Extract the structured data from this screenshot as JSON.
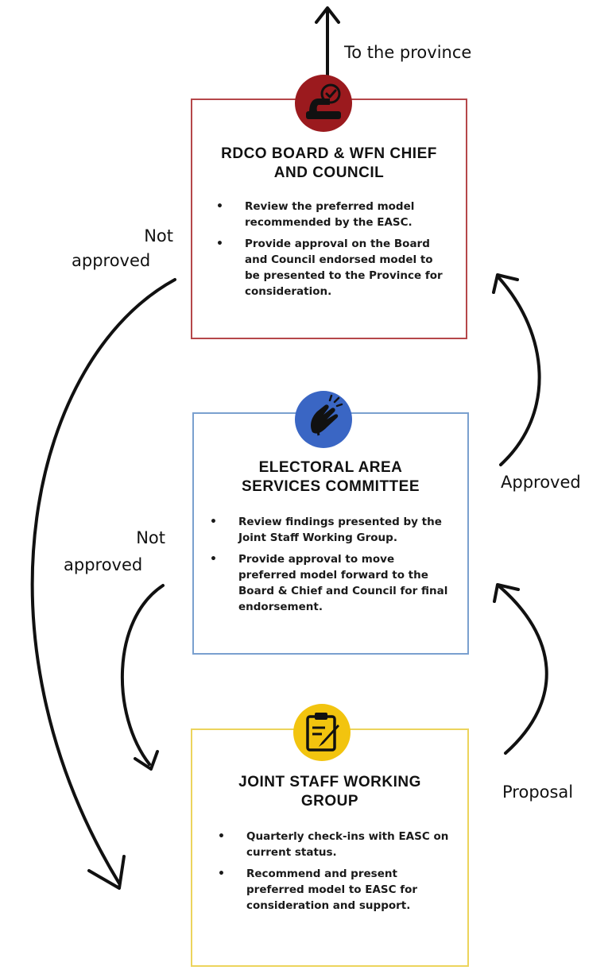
{
  "top_label": "To the province",
  "stages": {
    "rdco": {
      "title_line1": "RDCO BOARD & WFN CHIEF",
      "title_line2": "AND COUNCIL",
      "bullets": [
        "Review the preferred model recommended by the EASC.",
        "Provide approval on the Board and Council endorsed model to be presented to the Province for consideration."
      ],
      "icon": "approval-checkmark-icon",
      "color": "#9b1a1e"
    },
    "easc": {
      "title_line1": "ELECTORAL AREA",
      "title_line2": "SERVICES COMMITTEE",
      "bullets": [
        "Review findings presented by the Joint Staff Working Group.",
        "Provide approval to move preferred model forward to the Board & Chief and Council for final endorsement."
      ],
      "icon": "clapping-hands-icon",
      "color": "#3a66c4"
    },
    "jswg": {
      "title_line1": "JOINT STAFF WORKING",
      "title_line2": "GROUP",
      "bullets": [
        "Quarterly check-ins with EASC on current status.",
        "Recommend and present preferred model to EASC for consideration and support."
      ],
      "icon": "clipboard-pencil-icon",
      "color": "#f2c40f"
    }
  },
  "labels": {
    "not_approved_top_1": "Not",
    "not_approved_top_2": "approved",
    "not_approved_mid_1": "Not",
    "not_approved_mid_2": "approved",
    "approved": "Approved",
    "proposal": "Proposal"
  }
}
